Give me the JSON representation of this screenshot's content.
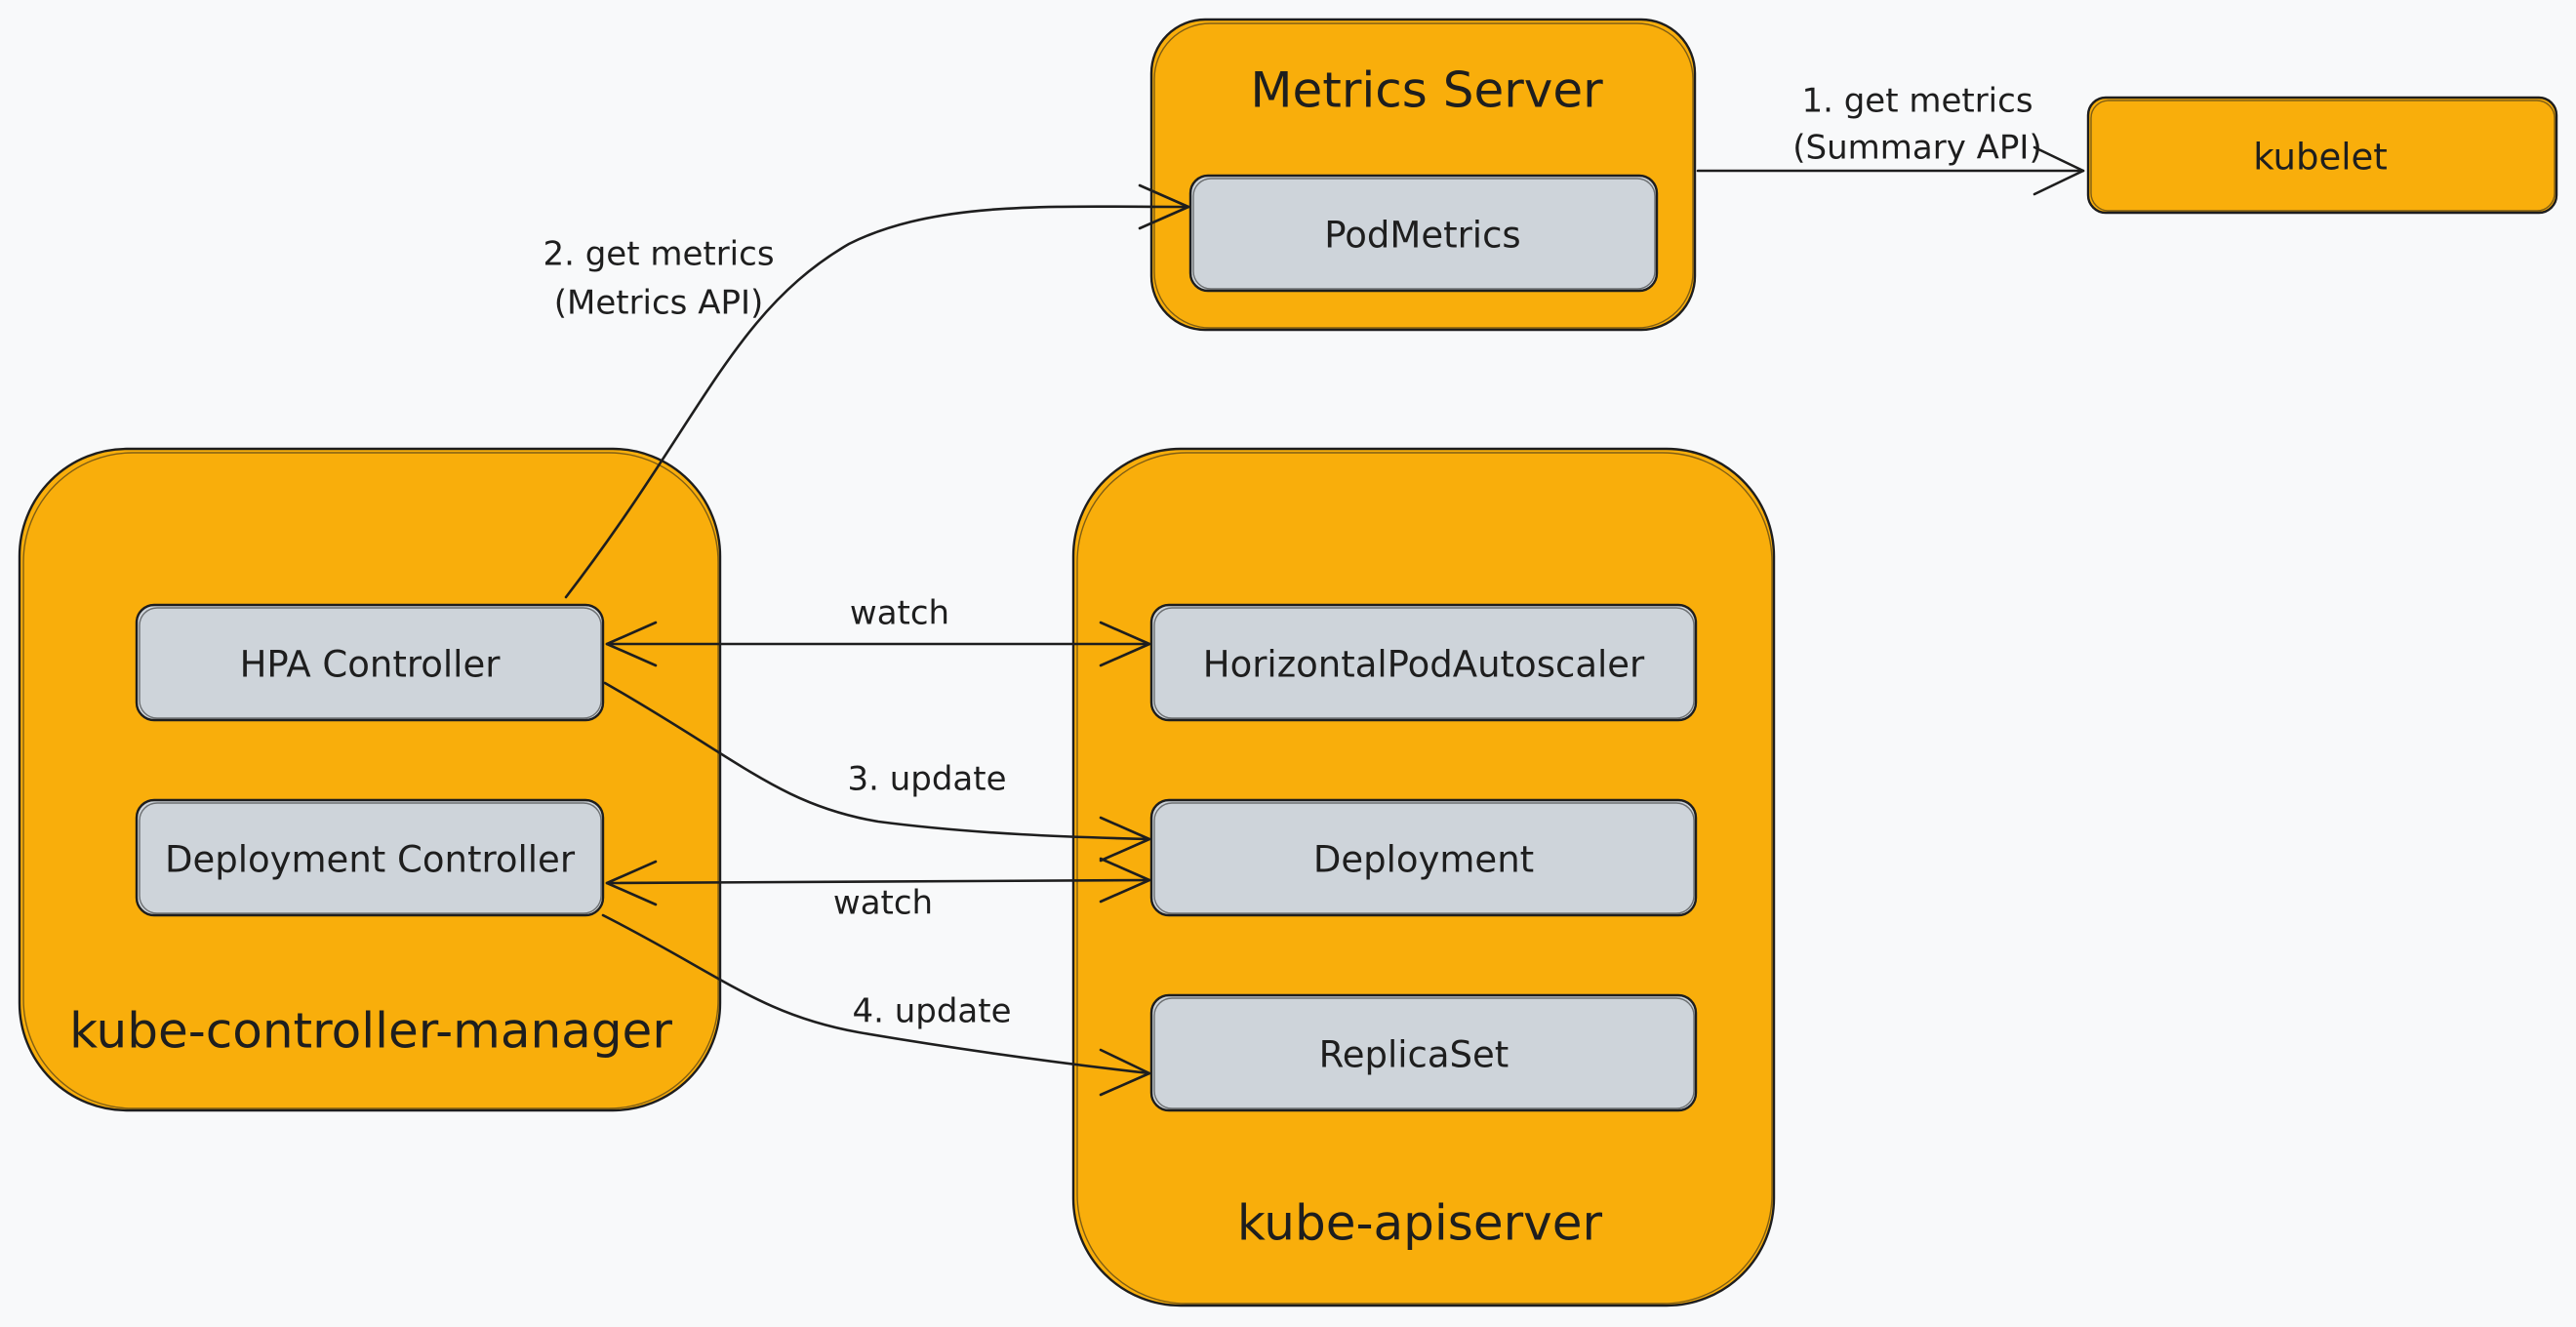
{
  "diagram": {
    "colors": {
      "container_fill": "#f9ae0b",
      "node_fill": "#ced4da",
      "stroke": "#1e1e1e",
      "background": "#f8f9fa"
    },
    "containers": {
      "metrics_server": "Metrics Server",
      "kube_controller_manager": "kube-controller-manager",
      "kube_apiserver": "kube-apiserver"
    },
    "nodes": {
      "kubelet": "kubelet",
      "pod_metrics": "PodMetrics",
      "hpa_controller": "HPA Controller",
      "deployment_controller": "Deployment Controller",
      "horizontal_pod_autoscaler": "HorizontalPodAutoscaler",
      "deployment": "Deployment",
      "replica_set": "ReplicaSet"
    },
    "edges": {
      "get_metrics_summary": {
        "line1": "1. get metrics",
        "line2": "(Summary API)"
      },
      "get_metrics_metrics": {
        "line1": "2. get metrics",
        "line2": "(Metrics API)"
      },
      "watch_hpa": "watch",
      "update_deployment": "3. update",
      "watch_deployment": "watch",
      "update_replicaset": "4. update"
    }
  }
}
